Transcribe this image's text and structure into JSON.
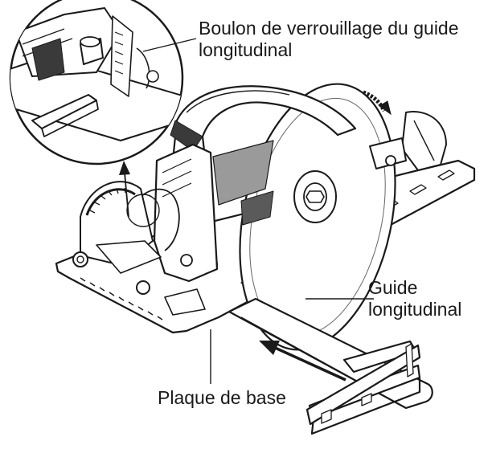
{
  "labels": {
    "lock_bolt": [
      "Boulon de verrouillage du guide",
      "longitudinal"
    ],
    "rip_fence": [
      "Guide",
      "longitudinal"
    ],
    "base_plate": [
      "Plaque de base"
    ]
  },
  "colors": {
    "ink": "#1a1a1a",
    "background": "#ffffff",
    "shade": "#9a9a9a"
  },
  "icons": {
    "motion_arrow": "arrow-left-icon",
    "blade_rotation": "curved-arrow-icon"
  }
}
